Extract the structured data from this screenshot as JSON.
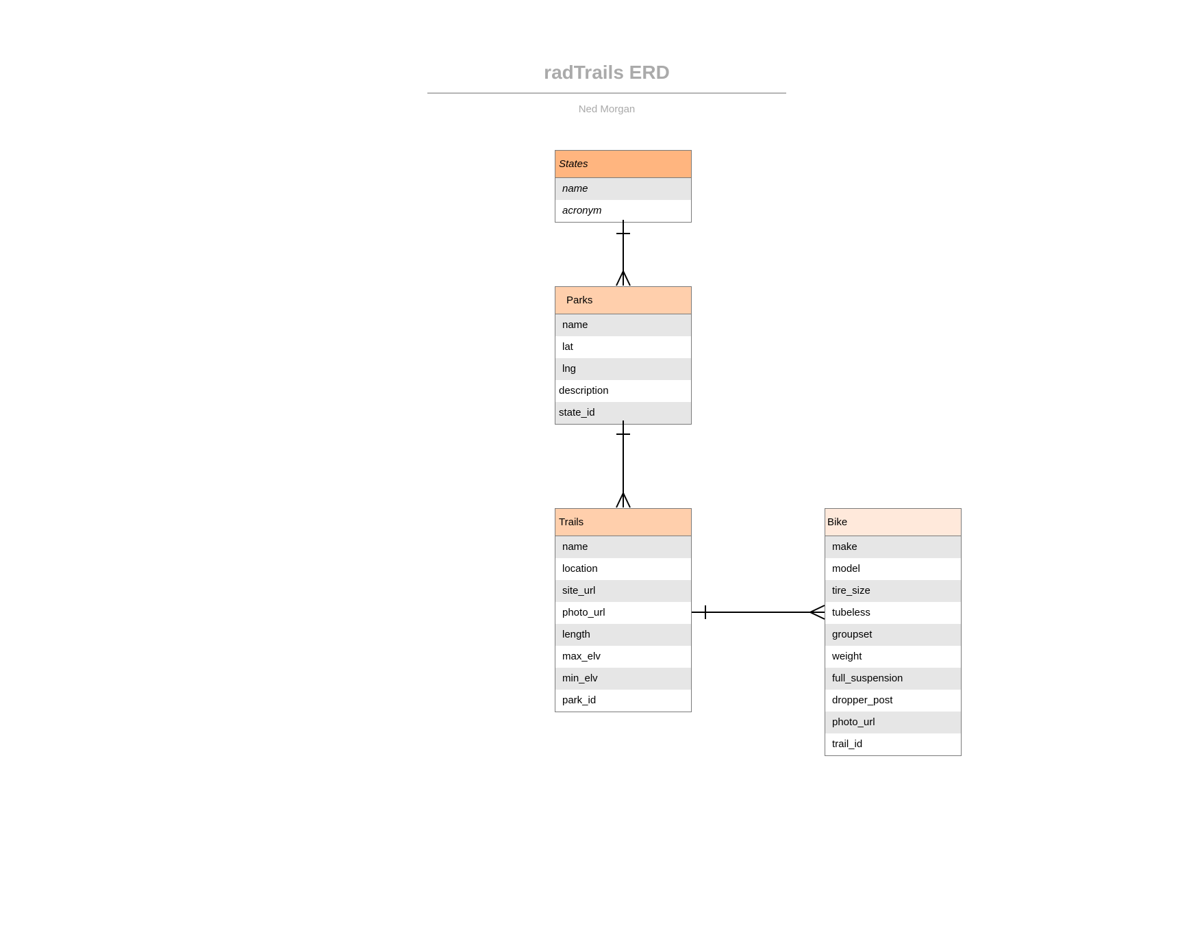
{
  "diagram": {
    "title": "radTrails ERD",
    "subtitle": "Ned Morgan"
  },
  "entities": {
    "states": {
      "name": "States",
      "color": "#ffb57f",
      "fields": [
        "name",
        "acronym"
      ]
    },
    "parks": {
      "name": "Parks",
      "color": "#ffcfac",
      "fields": [
        "name",
        "lat",
        "lng",
        "description",
        "state_id"
      ]
    },
    "trails": {
      "name": "Trails",
      "color": "#ffcfac",
      "fields": [
        "name",
        "location",
        "site_url",
        "photo_url",
        "length",
        "max_elv",
        "min_elv",
        "park_id"
      ]
    },
    "bike": {
      "name": "Bike",
      "color": "#ffe9db",
      "fields": [
        "make",
        "model",
        "tire_size",
        "tubeless",
        "groupset",
        "weight",
        "full_suspension",
        "dropper_post",
        "photo_url",
        "trail_id"
      ]
    }
  },
  "relationships": [
    {
      "from": "States",
      "to": "Parks",
      "type": "one-to-many"
    },
    {
      "from": "Parks",
      "to": "Trails",
      "type": "one-to-many"
    },
    {
      "from": "Trails",
      "to": "Bike",
      "type": "one-to-many"
    }
  ]
}
